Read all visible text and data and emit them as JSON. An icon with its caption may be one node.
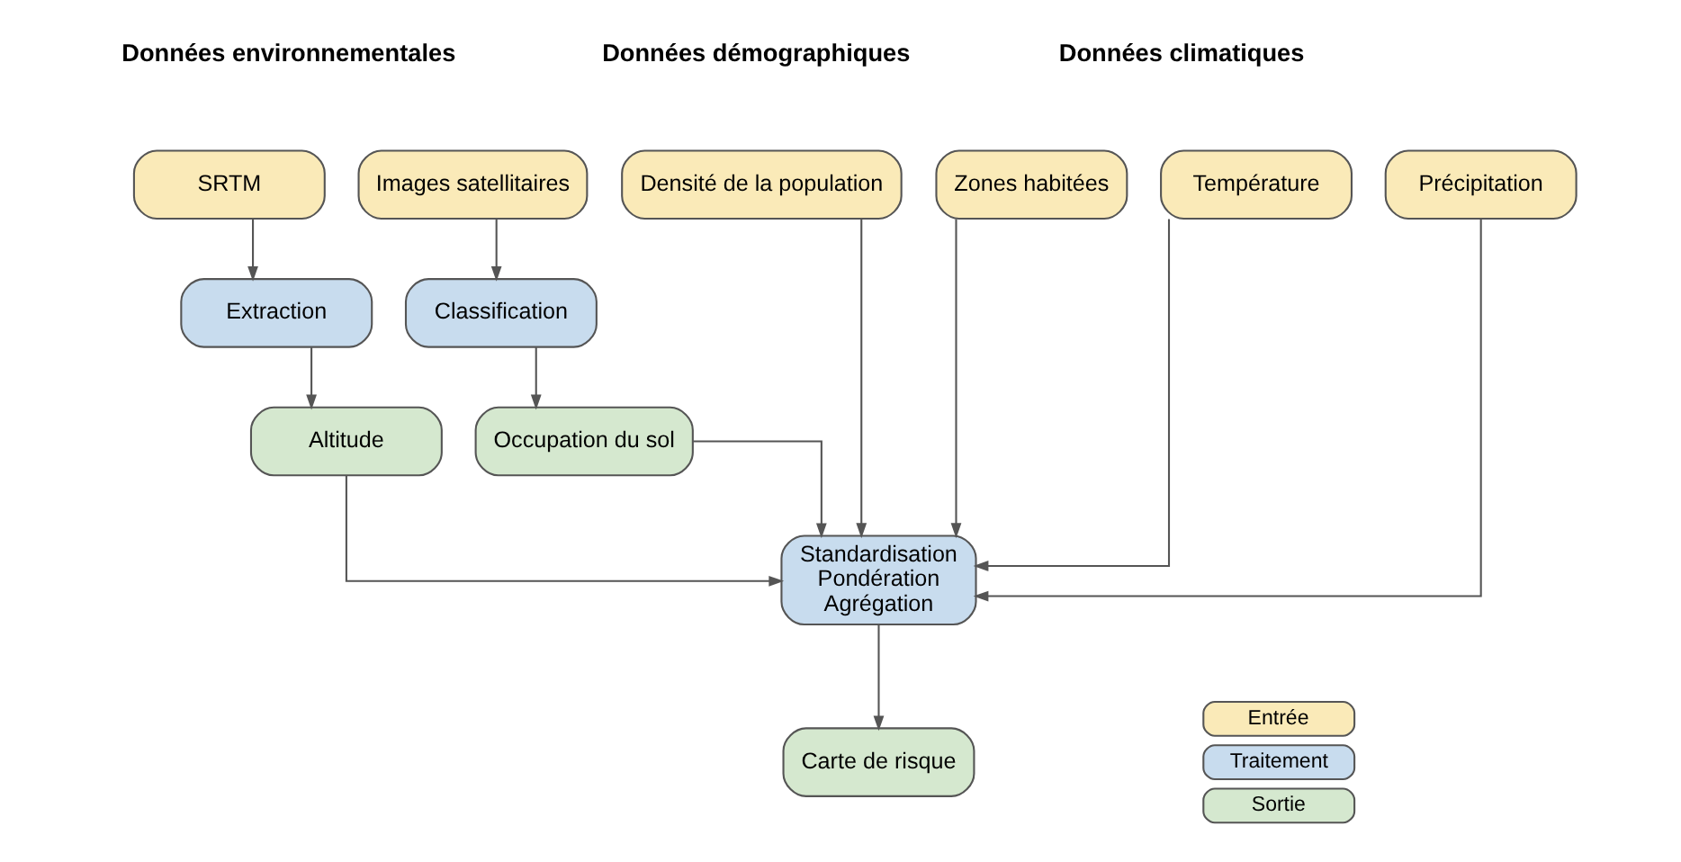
{
  "diagram": {
    "nodes": [
      {
        "text": [
          "SRTM"
        ]
      },
      {
        "text": [
          "Images satellitaires"
        ]
      },
      {
        "text": [
          "Densité de la population"
        ]
      },
      {
        "text": [
          "Zones habitées"
        ]
      },
      {
        "text": [
          "Température"
        ]
      },
      {
        "text": [
          "Précipitation"
        ]
      },
      {
        "text": [
          "Extraction"
        ]
      },
      {
        "text": [
          "Classification"
        ]
      },
      {
        "text": [
          "Altitude"
        ]
      },
      {
        "text": [
          "Occupation du sol"
        ]
      },
      {
        "text": [
          "Standardisation",
          "Pondération",
          "Agrégation"
        ]
      },
      {
        "text": [
          "Carte de risque"
        ]
      }
    ],
    "edges": [
      {
        "from": 0,
        "to": 6,
        "arrow": "to"
      },
      {
        "from": 1,
        "to": 7,
        "arrow": "to"
      },
      {
        "from": 6,
        "to": 8,
        "arrow": "to"
      },
      {
        "from": 7,
        "to": 9,
        "arrow": "to"
      },
      {
        "from": 8,
        "to": 10,
        "arrow": "to"
      },
      {
        "from": 9,
        "to": 10,
        "arrow": "to"
      },
      {
        "from": 2,
        "to": 10,
        "arrow": "to"
      },
      {
        "from": 3,
        "to": 10,
        "arrow": "to"
      },
      {
        "from": 4,
        "to": 10,
        "arrow": "to"
      },
      {
        "from": 5,
        "to": 10,
        "arrow": "to"
      },
      {
        "from": 10,
        "to": 11,
        "arrow": "to"
      }
    ],
    "labels": [
      "Données environnementales",
      "Données démographiques",
      "Données climatiques"
    ],
    "legend": [
      {
        "text": "Entrée",
        "color": "#faeab8"
      },
      {
        "text": "Traitement",
        "color": "#c8dcee"
      },
      {
        "text": "Sortie",
        "color": "#d5e8cf"
      }
    ]
  }
}
